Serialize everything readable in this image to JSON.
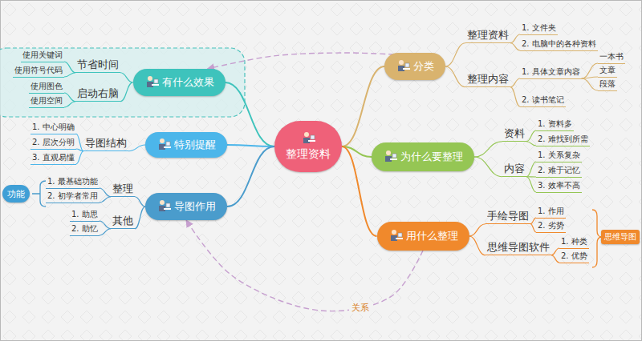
{
  "diagram": {
    "nodes": [
      {
        "text": [
          "整理资料"
        ]
      },
      {
        "text": [
          "分类"
        ]
      },
      {
        "text": [
          "整理资料"
        ]
      },
      {
        "text": [
          "1. 文件夹"
        ]
      },
      {
        "text": [
          "2. 电脑中的各种资料"
        ]
      },
      {
        "text": [
          "整理内容"
        ]
      },
      {
        "text": [
          "1. 具体文章内容"
        ]
      },
      {
        "text": [
          "一本书"
        ]
      },
      {
        "text": [
          "文章"
        ]
      },
      {
        "text": [
          "段落"
        ]
      },
      {
        "text": [
          "2. 读书笔记"
        ]
      },
      {
        "text": [
          "为什么要整理"
        ]
      },
      {
        "text": [
          "资料"
        ]
      },
      {
        "text": [
          "1. 资料多"
        ]
      },
      {
        "text": [
          "2. 难找到所需"
        ]
      },
      {
        "text": [
          "内容"
        ]
      },
      {
        "text": [
          "1. 关系复杂"
        ]
      },
      {
        "text": [
          "2. 难于记忆"
        ]
      },
      {
        "text": [
          "3. 效率不高"
        ]
      },
      {
        "text": [
          "用什么整理"
        ]
      },
      {
        "text": [
          "手绘导图"
        ]
      },
      {
        "text": [
          "1. 作用"
        ]
      },
      {
        "text": [
          "2. 劣势"
        ]
      },
      {
        "text": [
          "思维导图软件"
        ]
      },
      {
        "text": [
          "1. 种类"
        ]
      },
      {
        "text": [
          "2. 优势"
        ]
      },
      {
        "text": [
          "思维导图"
        ]
      },
      {
        "text": [
          "有什么效果"
        ]
      },
      {
        "text": [
          "节省时间"
        ]
      },
      {
        "text": [
          "使用关键词"
        ]
      },
      {
        "text": [
          "使用符号代码"
        ]
      },
      {
        "text": [
          "启动右脑"
        ]
      },
      {
        "text": [
          "使用图色"
        ]
      },
      {
        "text": [
          "使用空间"
        ]
      },
      {
        "text": [
          "特别提醒"
        ]
      },
      {
        "text": [
          "导图结构"
        ]
      },
      {
        "text": [
          "1. 中心明确"
        ]
      },
      {
        "text": [
          "2. 层次分明"
        ]
      },
      {
        "text": [
          "3. 直观易懂"
        ]
      },
      {
        "text": [
          "导图作用"
        ]
      },
      {
        "text": [
          "整理"
        ]
      },
      {
        "text": [
          "1. 最基础功能"
        ]
      },
      {
        "text": [
          "2. 初学者常用"
        ]
      },
      {
        "text": [
          "其他"
        ]
      },
      {
        "text": [
          "1. 助思"
        ]
      },
      {
        "text": [
          "2. 助忆"
        ]
      },
      {
        "text": [
          "功能"
        ]
      }
    ],
    "edges": [
      {
        "from": 0,
        "to": 1,
        "arrow": "none"
      },
      {
        "from": 1,
        "to": 2,
        "arrow": "none"
      },
      {
        "from": 2,
        "to": 3,
        "arrow": "none"
      },
      {
        "from": 2,
        "to": 4,
        "arrow": "none"
      },
      {
        "from": 1,
        "to": 5,
        "arrow": "none"
      },
      {
        "from": 5,
        "to": 6,
        "arrow": "none"
      },
      {
        "from": 6,
        "to": 7,
        "arrow": "none"
      },
      {
        "from": 6,
        "to": 8,
        "arrow": "none"
      },
      {
        "from": 6,
        "to": 9,
        "arrow": "none"
      },
      {
        "from": 5,
        "to": 10,
        "arrow": "none"
      },
      {
        "from": 0,
        "to": 11,
        "arrow": "none"
      },
      {
        "from": 11,
        "to": 12,
        "arrow": "none"
      },
      {
        "from": 12,
        "to": 13,
        "arrow": "none"
      },
      {
        "from": 12,
        "to": 14,
        "arrow": "none"
      },
      {
        "from": 11,
        "to": 15,
        "arrow": "none"
      },
      {
        "from": 15,
        "to": 16,
        "arrow": "none"
      },
      {
        "from": 15,
        "to": 17,
        "arrow": "none"
      },
      {
        "from": 15,
        "to": 18,
        "arrow": "none"
      },
      {
        "from": 0,
        "to": 19,
        "arrow": "none"
      },
      {
        "from": 19,
        "to": 20,
        "arrow": "none"
      },
      {
        "from": 20,
        "to": 21,
        "arrow": "none"
      },
      {
        "from": 20,
        "to": 22,
        "arrow": "none"
      },
      {
        "from": 19,
        "to": 23,
        "arrow": "none"
      },
      {
        "from": 23,
        "to": 24,
        "arrow": "none"
      },
      {
        "from": 23,
        "to": 25,
        "arrow": "none"
      },
      {
        "from": 0,
        "to": 27,
        "arrow": "none"
      },
      {
        "from": 27,
        "to": 28,
        "arrow": "none"
      },
      {
        "from": 28,
        "to": 29,
        "arrow": "none"
      },
      {
        "from": 28,
        "to": 30,
        "arrow": "none"
      },
      {
        "from": 27,
        "to": 31,
        "arrow": "none"
      },
      {
        "from": 31,
        "to": 32,
        "arrow": "none"
      },
      {
        "from": 31,
        "to": 33,
        "arrow": "none"
      },
      {
        "from": 0,
        "to": 34,
        "arrow": "none"
      },
      {
        "from": 34,
        "to": 35,
        "arrow": "none"
      },
      {
        "from": 35,
        "to": 36,
        "arrow": "none"
      },
      {
        "from": 35,
        "to": 37,
        "arrow": "none"
      },
      {
        "from": 35,
        "to": 38,
        "arrow": "none"
      },
      {
        "from": 0,
        "to": 39,
        "arrow": "none"
      },
      {
        "from": 39,
        "to": 40,
        "arrow": "none"
      },
      {
        "from": 40,
        "to": 41,
        "arrow": "none"
      },
      {
        "from": 40,
        "to": 42,
        "arrow": "none"
      },
      {
        "from": 39,
        "to": 43,
        "arrow": "none"
      },
      {
        "from": 43,
        "to": 44,
        "arrow": "none"
      },
      {
        "from": 43,
        "to": 45,
        "arrow": "none"
      },
      {
        "from": 1,
        "to": 27,
        "arrow": "to"
      },
      {
        "from": 19,
        "to": 39,
        "label": "关系",
        "arrow": "to"
      }
    ]
  }
}
